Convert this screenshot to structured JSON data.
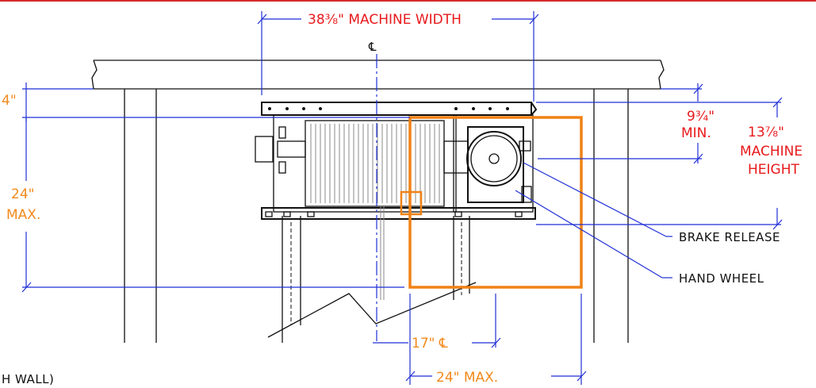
{
  "colors": {
    "dimension_line": "#1f2fd6",
    "callout_red": "#e8191c",
    "callout_orange": "#f28a1e",
    "border_top": "#d62b2b",
    "outline": "#111111"
  },
  "labels": {
    "machine_width": "38⅜\" MACHINE WIDTH",
    "centerline_top": "℄",
    "four_in": "4\"",
    "twenty_four_max_value": "24\"",
    "twenty_four_max_unit": "MAX.",
    "min_clear_value": "9¾\"",
    "min_clear_unit": "MIN.",
    "machine_height_value": "13⅞\"",
    "machine_height_line1": "MACHINE",
    "machine_height_line2": "HEIGHT",
    "brake_release": "BRAKE RELEASE",
    "hand_wheel": "HAND WHEEL",
    "seventeen_cl": "17\" ℄",
    "bottom_max": "24\" MAX.",
    "wall_partial": "H WALL)"
  }
}
